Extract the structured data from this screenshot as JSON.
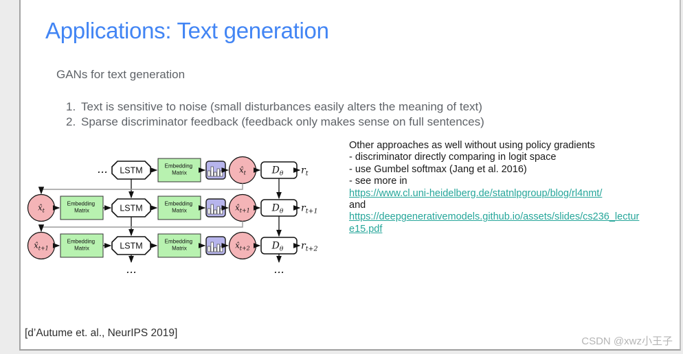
{
  "slide": {
    "title": "Applications: Text generation",
    "subtitle": "GANs for text generation",
    "list": [
      {
        "num": "1.",
        "text": "Text is sensitive to noise (small disturbances easily alters the meaning of text)"
      },
      {
        "num": "2.",
        "text": "Sparse discriminator feedback (feedback only makes sense on full sentences)"
      }
    ],
    "citation": "[d’Autume et. al., NeurIPS 2019]",
    "watermark": "CSDN @xwz小王子"
  },
  "notes": {
    "line1": "Other approaches as well without using policy gradients",
    "line2": "- discriminator directly comparing in logit space",
    "line3": "- use Gumbel softmax (Jang et al. 2016)",
    "line4": "- see more in",
    "link1": "https://www.cl.uni-heidelberg.de/statnlpgroup/blog/rl4nmt/",
    "and": "and",
    "link2": "https://deepgenerativemodels.github.io/assets/slides/cs236_lecture15.pdf"
  },
  "diagram": {
    "lstm": "LSTM",
    "embedding": "Embedding",
    "matrix": "Matrix",
    "dots": "...",
    "d_base": "D",
    "d_sub": "θ",
    "x_t": {
      "base": "x̂",
      "sub": "t"
    },
    "x_t1": {
      "base": "x̂",
      "sub": "t+1"
    },
    "x_t2": {
      "base": "x̂",
      "sub": "t+2"
    },
    "r_t": {
      "base": "r",
      "sub": "t"
    },
    "r_t1": {
      "base": "r",
      "sub": "t+1"
    },
    "r_t2": {
      "base": "r",
      "sub": "t+2"
    }
  },
  "colors": {
    "title_blue": "#4285f4",
    "body_gray": "#5f6368",
    "link_teal": "#26a69a",
    "node_green": "#b8f2b0",
    "node_pink": "#f4b4b7",
    "node_lavender": "#b7b5ec"
  }
}
